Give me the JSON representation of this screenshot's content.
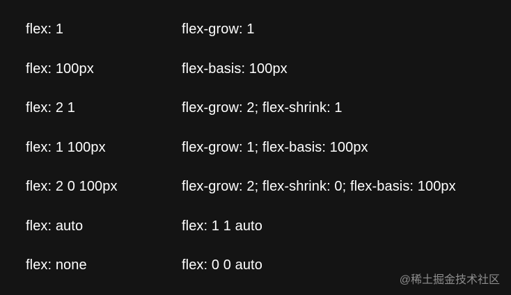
{
  "rows": [
    {
      "shorthand": "flex: 1",
      "expanded": "flex-grow: 1"
    },
    {
      "shorthand": "flex: 100px",
      "expanded": "flex-basis: 100px"
    },
    {
      "shorthand": "flex: 2 1",
      "expanded": "flex-grow: 2; flex-shrink: 1"
    },
    {
      "shorthand": "flex: 1 100px",
      "expanded": "flex-grow: 1; flex-basis: 100px"
    },
    {
      "shorthand": "flex: 2 0 100px",
      "expanded": "flex-grow: 2; flex-shrink: 0; flex-basis: 100px"
    },
    {
      "shorthand": "flex: auto",
      "expanded": "flex: 1 1 auto"
    },
    {
      "shorthand": "flex: none",
      "expanded": "flex: 0 0 auto"
    }
  ],
  "watermark": "@稀土掘金技术社区",
  "colors": {
    "background": "#141414",
    "text": "#ffffff",
    "watermark": "#8e8e8e"
  }
}
